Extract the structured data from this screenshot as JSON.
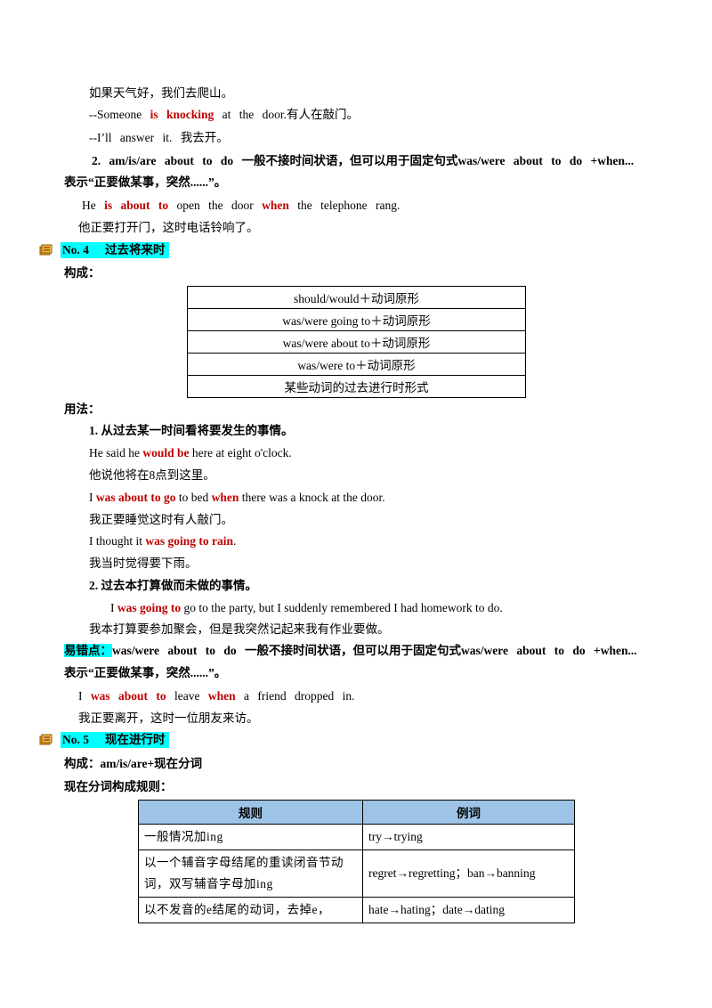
{
  "top": {
    "l1": "如果天气好，我们去爬山。",
    "l2": {
      "a": "--Someone ",
      "b": "is knocking",
      "c": " at the door.有人在敲门。"
    },
    "l3": "--I’ll answer it. 我去开。",
    "l4": "2. am/is/are about to do 一般不接时间状语，但可以用于固定句式was/were about to do +when...",
    "l5": "表示“正要做某事，突然......”。",
    "l6": {
      "a": "He ",
      "b": "is about to",
      "c": " open the door ",
      "d": "when",
      "e": " the telephone rang."
    },
    "l7": "他正要打开门，这时电话铃响了。"
  },
  "section4": {
    "num": "No. 4",
    "title": "过去将来时",
    "formation_label": "构成：",
    "formation_rows": [
      "should/would＋动词原形",
      "was/were going to＋动词原形",
      "was/were about to＋动词原形",
      "was/were to＋动词原形",
      "某些动词的过去进行时形式"
    ],
    "usage_label": "用法：",
    "u1_title": "1. 从过去某一时间看将要发生的事情。",
    "u1_e1": {
      "a": "He said he ",
      "b": "would be",
      "c": " here at eight o'clock."
    },
    "u1_c1": "他说他将在8点到这里。",
    "u1_e2": {
      "a": "I ",
      "b": "was about to go",
      "c": " to bed ",
      "d": "when",
      "e": " there was a knock at the door."
    },
    "u1_c2": "我正要睡觉这时有人敲门。",
    "u1_e3": {
      "a": "I thought it ",
      "b": "was going to rain",
      "c": "."
    },
    "u1_c3": "我当时觉得要下雨。",
    "u2_title": "2. 过去本打算做而未做的事情。",
    "u2_e1": {
      "a": "I ",
      "b": "was going to",
      "c": " go to the party, but I suddenly remembered I had homework to do."
    },
    "u2_c1": "我本打算要参加聚会，但是我突然记起来我有作业要做。",
    "err_label": "易错点：",
    "err_text": "was/were about to do 一般不接时间状语，但可以用于固定句式was/were about to do +when...",
    "err_text2": "表示“正要做某事，突然......”。",
    "err_e1": {
      "a": "I ",
      "b": "was about to",
      "c": " leave ",
      "d": "when",
      "e": " a friend dropped in."
    },
    "err_c1": "我正要离开，这时一位朋友来访。"
  },
  "section5": {
    "num": "No. 5",
    "title": "现在进行时",
    "formation": "构成：am/is/are+现在分词",
    "rules_label": "现在分词构成规则：",
    "table_headers": [
      "规则",
      "例词"
    ],
    "table_rows": [
      [
        "一般情况加ing",
        "try→trying"
      ],
      [
        "以一个辅音字母结尾的重读闭音节动词，双写辅音字母加ing",
        "regret→regretting；ban→banning"
      ],
      [
        "以不发音的e结尾的动词，去掉e，",
        "hate→hating；date→dating"
      ]
    ]
  }
}
